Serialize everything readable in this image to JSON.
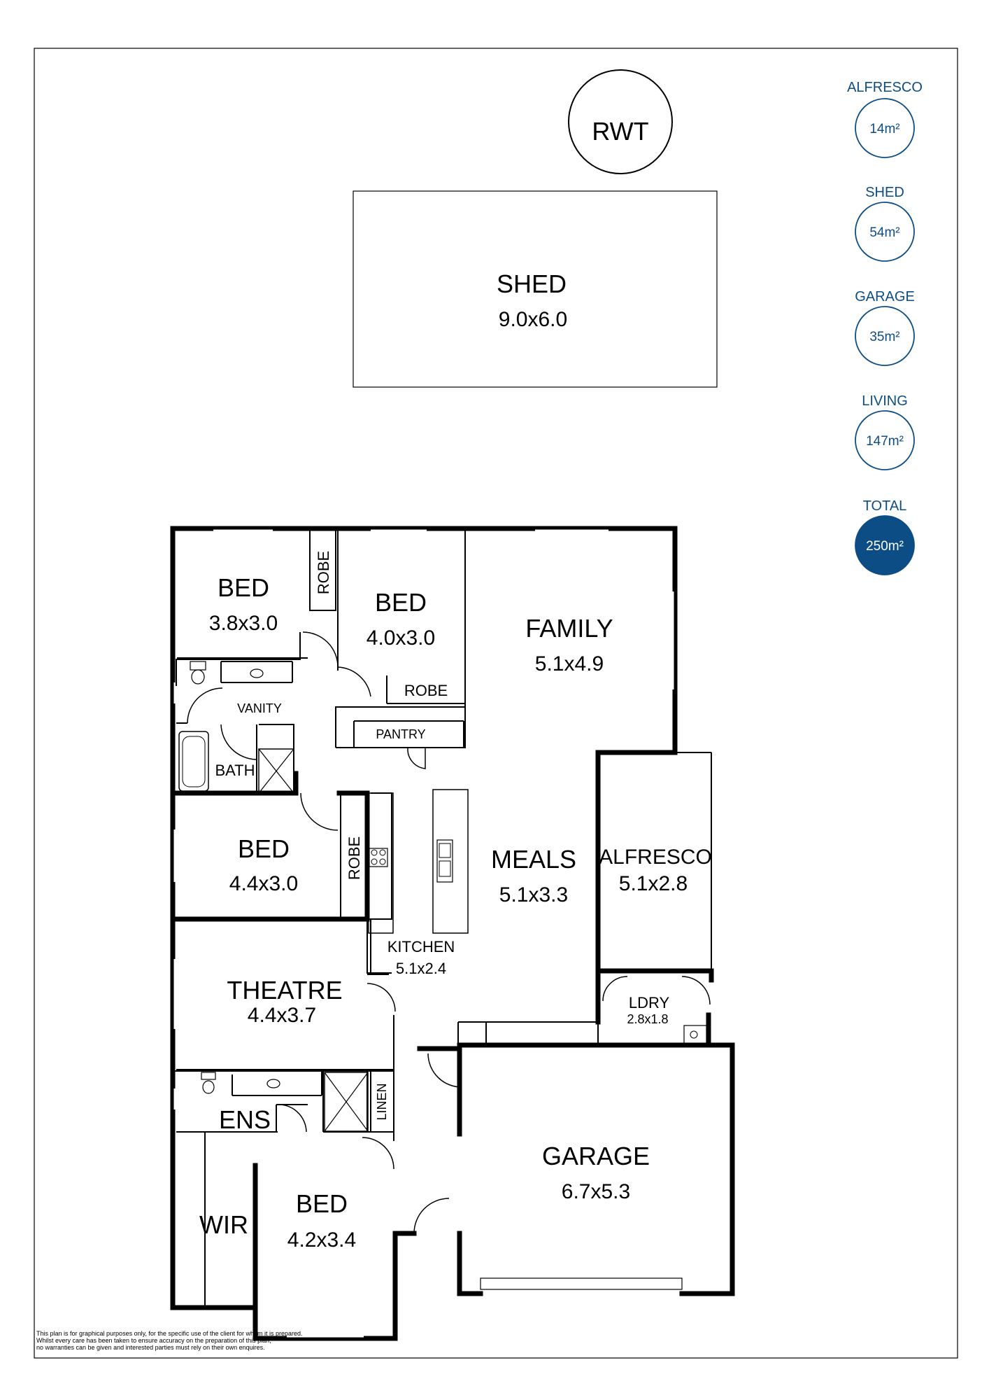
{
  "site": {
    "rwt_label": "RWT",
    "shed_label": "SHED",
    "shed_size": "9.0x6.0"
  },
  "rooms": {
    "bed1": {
      "label": "BED",
      "size": "3.8x3.0"
    },
    "bed2": {
      "label": "BED",
      "size": "4.0x3.0"
    },
    "family": {
      "label": "FAMILY",
      "size": "5.1x4.9"
    },
    "robe1": "ROBE",
    "robe2": "ROBE",
    "robe3": "ROBE",
    "vanity": "VANITY",
    "pantry": "PANTRY",
    "bath": "BATH",
    "bed3": {
      "label": "BED",
      "size": "4.4x3.0"
    },
    "meals": {
      "label": "MEALS",
      "size": "5.1x3.3"
    },
    "alfresco": {
      "label": "ALFRESCO",
      "size": "5.1x2.8"
    },
    "kitchen": {
      "label": "KITCHEN",
      "size": "5.1x2.4"
    },
    "theatre": {
      "label": "THEATRE",
      "size": "4.4x3.7"
    },
    "ldry": {
      "label": "LDRY",
      "size": "2.8x1.8"
    },
    "ens": "ENS",
    "linen": "LINEN",
    "garage": {
      "label": "GARAGE",
      "size": "6.7x5.3"
    },
    "wir": "WIR",
    "bed4": {
      "label": "BED",
      "size": "4.2x3.4"
    }
  },
  "areas": [
    {
      "name": "ALFRESCO",
      "value": "14m²",
      "highlight": false
    },
    {
      "name": "SHED",
      "value": "54m²",
      "highlight": false
    },
    {
      "name": "GARAGE",
      "value": "35m²",
      "highlight": false
    },
    {
      "name": "LIVING",
      "value": "147m²",
      "highlight": false
    },
    {
      "name": "TOTAL",
      "value": "250m²",
      "highlight": true
    }
  ],
  "colors": {
    "accent": "#0d4d86"
  },
  "disclaimer": {
    "line1": "This plan is for graphical purposes only, for the specific use of the client for whom it is prepared.",
    "line2": "Whilst every care has been taken to ensure accuracy on the preparation of this plan,",
    "line3": "no warranties can be given and interested parties must rely on their own enquires."
  }
}
